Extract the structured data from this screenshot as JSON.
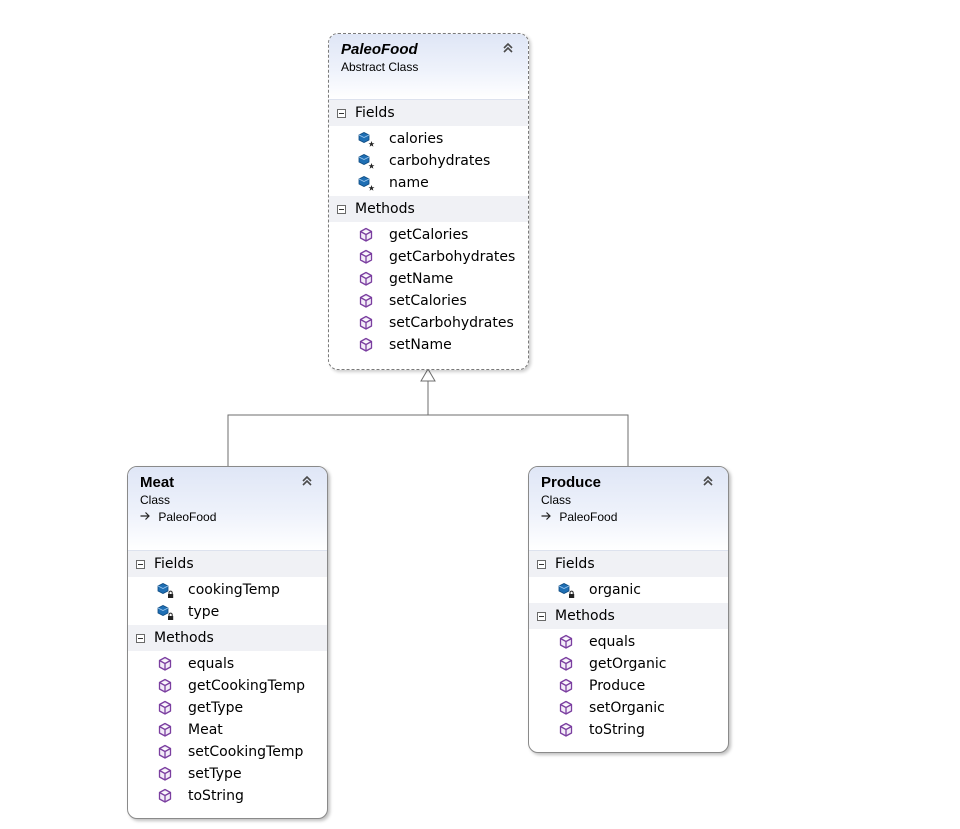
{
  "diagram": {
    "classes": {
      "paleofood": {
        "name": "PaleoFood",
        "stereotype": "Abstract Class",
        "fields_label": "Fields",
        "methods_label": "Methods",
        "fields": [
          "calories",
          "carbohydrates",
          "name"
        ],
        "methods": [
          "getCalories",
          "getCarbohydrates",
          "getName",
          "setCalories",
          "setCarbohydrates",
          "setName"
        ]
      },
      "meat": {
        "name": "Meat",
        "stereotype": "Class",
        "inherits": "PaleoFood",
        "fields_label": "Fields",
        "methods_label": "Methods",
        "fields": [
          "cookingTemp",
          "type"
        ],
        "methods": [
          "equals",
          "getCookingTemp",
          "getType",
          "Meat",
          "setCookingTemp",
          "setType",
          "toString"
        ]
      },
      "produce": {
        "name": "Produce",
        "stereotype": "Class",
        "inherits": "PaleoFood",
        "fields_label": "Fields",
        "methods_label": "Methods",
        "fields": [
          "organic"
        ],
        "methods": [
          "equals",
          "getOrganic",
          "Produce",
          "setOrganic",
          "toString"
        ]
      }
    },
    "icons": {
      "protected_field": "protected-field-icon",
      "private_field": "private-field-icon",
      "method": "method-icon",
      "collapse": "double-chevron-up-icon",
      "inherits_arrow": "inherits-arrow-icon"
    },
    "colors": {
      "field_icon": "#1f6fb4",
      "method_icon": "#7b3fa0",
      "connector": "#6e6e6e",
      "header_gradient": "#dfe6f6"
    }
  }
}
